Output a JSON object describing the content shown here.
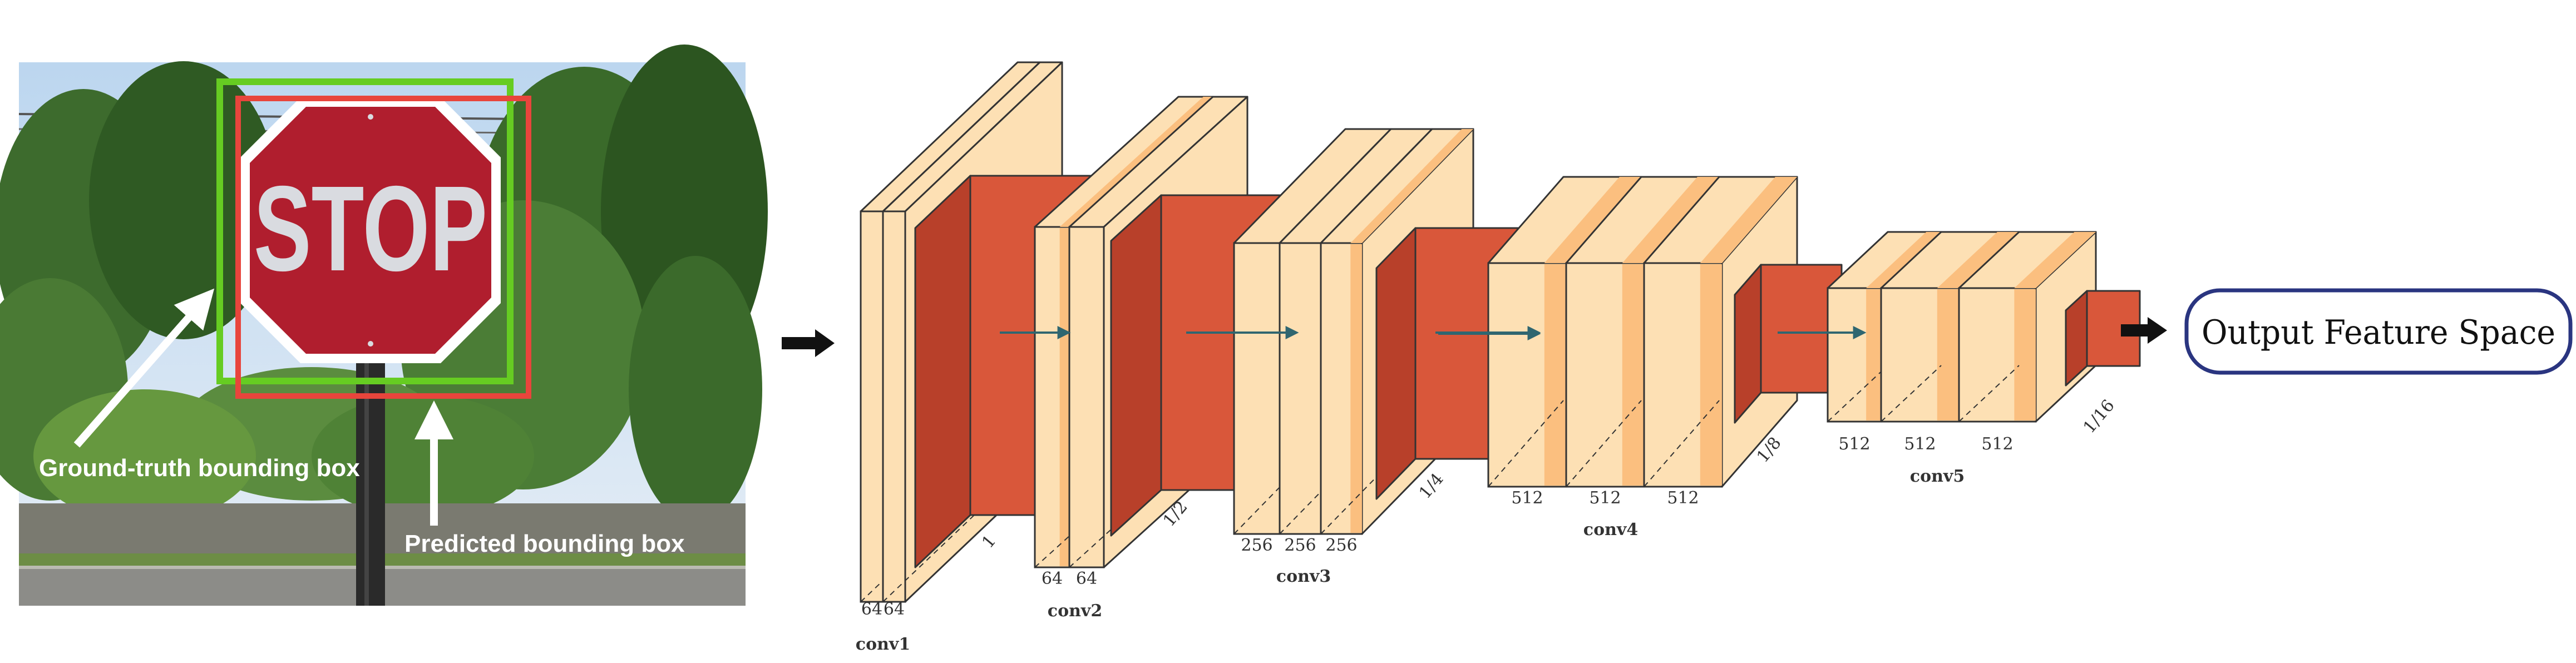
{
  "photo": {
    "sign_text": "STOP",
    "ground_truth_label": "Ground-truth bounding box",
    "predicted_label": "Predicted bounding box",
    "ground_truth_color": "#66cc22",
    "predicted_color": "#e8453c"
  },
  "network": {
    "stages": [
      {
        "name": "conv1",
        "channels": [
          "64",
          "64"
        ],
        "scale": "1"
      },
      {
        "name": "conv2",
        "channels": [
          "64",
          "64"
        ],
        "scale": "1/2"
      },
      {
        "name": "conv3",
        "channels": [
          "256",
          "256",
          "256"
        ],
        "scale": "1/4"
      },
      {
        "name": "conv4",
        "channels": [
          "512",
          "512",
          "512"
        ],
        "scale": "1/8"
      },
      {
        "name": "conv5",
        "channels": [
          "512",
          "512",
          "512"
        ],
        "scale": "1/16"
      }
    ],
    "colors": {
      "layer_fill": "#fde0b4",
      "layer_dark": "#fbbf7f",
      "pool_face": "#d9573a",
      "pool_side": "#b8402a",
      "edge": "#333333",
      "connector": "#2f6670"
    }
  },
  "output": {
    "label": "Output Feature Space",
    "border_color": "#2a3580"
  }
}
